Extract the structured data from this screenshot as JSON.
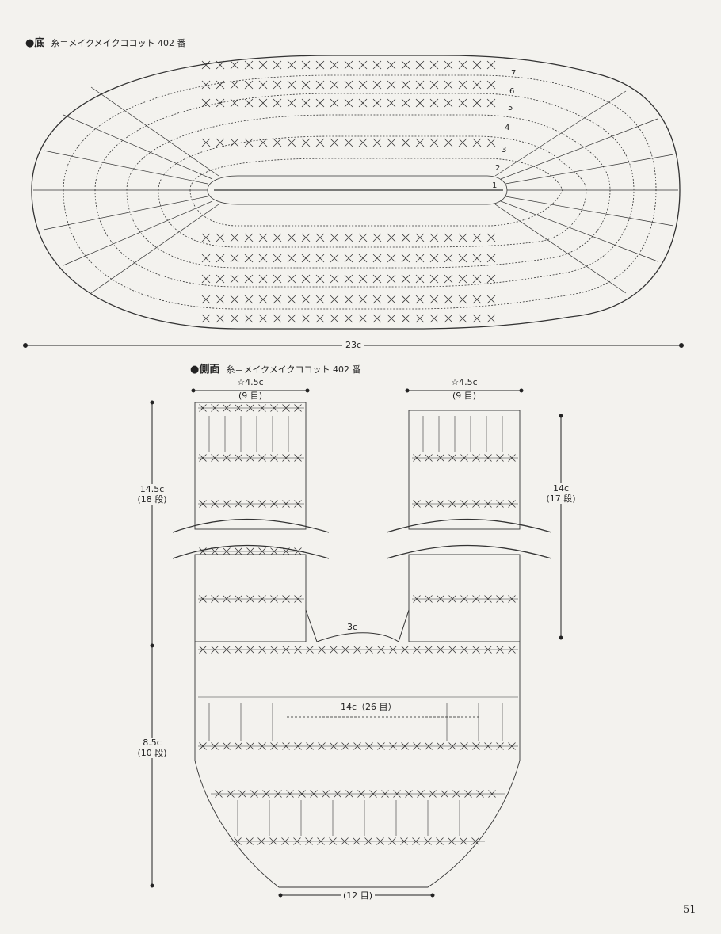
{
  "sole": {
    "title": "●底",
    "thread": "糸＝メイクメイクココット 402 番",
    "width": "23c",
    "round_numbers": [
      "7",
      "6",
      "5",
      "4",
      "3",
      "2",
      "1"
    ]
  },
  "side": {
    "title": "●側面",
    "thread": "糸＝メイクメイクココット 402 番",
    "top_left": {
      "size": "☆4.5c",
      "count": "(9 目)"
    },
    "top_right": {
      "size": "☆4.5c",
      "count": "(9 目)"
    },
    "left_upper": {
      "size": "14.5c",
      "rows": "(18 段)"
    },
    "left_lower": {
      "size": "8.5c",
      "rows": "(10 段)"
    },
    "right": {
      "size": "14c",
      "rows": "(17 段)"
    },
    "gap": "3c",
    "middle": "14c（26 目）",
    "bottom": "(12 目)"
  },
  "page_number": "51"
}
